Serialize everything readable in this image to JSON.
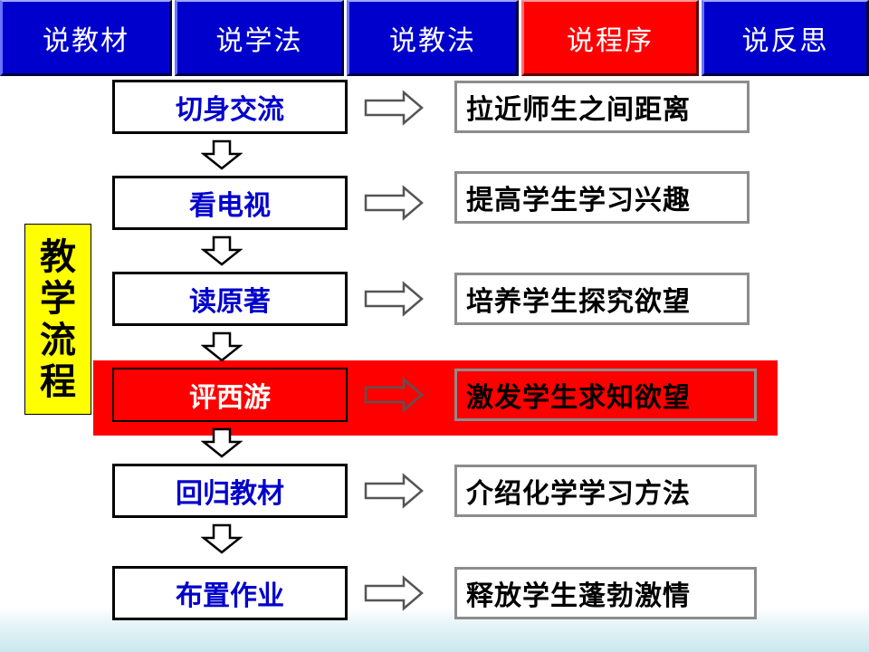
{
  "tabs": [
    {
      "label": "说教材",
      "active": false
    },
    {
      "label": "说学法",
      "active": false
    },
    {
      "label": "说教法",
      "active": false
    },
    {
      "label": "说程序",
      "active": true
    },
    {
      "label": "说反思",
      "active": false
    }
  ],
  "side_label": [
    "教",
    "学",
    "流",
    "程"
  ],
  "steps": [
    {
      "label": "切身交流",
      "result": "拉近师生之间距离"
    },
    {
      "label": "看电视",
      "result": "提高学生学习兴趣"
    },
    {
      "label": "读原著",
      "result": "培养学生探究欲望"
    },
    {
      "label": "评西游",
      "result": "激发学生求知欲望"
    },
    {
      "label": "回归教材",
      "result": "介绍化学学习方法"
    },
    {
      "label": "布置作业",
      "result": "释放学生蓬勃激情"
    }
  ],
  "colors": {
    "tab_blue": "#0000cc",
    "tab_active": "#ff0000",
    "step_text": "#0000cc",
    "highlight": "#ff0000",
    "side_label_bg": "#ffff00"
  },
  "icons": {
    "right_arrow": "hollow-right-arrow-icon",
    "down_arrow": "hollow-down-arrow-icon"
  }
}
